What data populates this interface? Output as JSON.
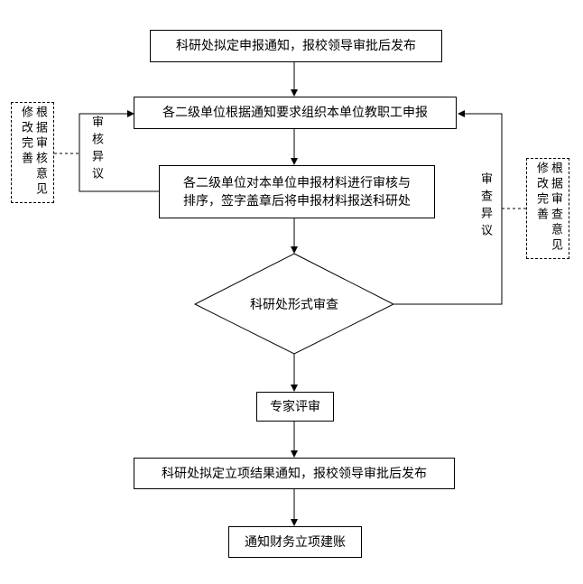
{
  "nodes": {
    "step1": "科研处拟定申报通知，报校领导审批后发布",
    "step2": "各二级单位根据通知要求组织本单位教职工申报",
    "step3_line1": "各二级单位对本单位申报材料进行审核与",
    "step3_line2": "排序，签字盖章后将申报材料报送科研处",
    "decision": "科研处形式审查",
    "step4": "专家评审",
    "step5": "科研处拟定立项结果通知，报校领导审批后发布",
    "step6": "通知财务立项建账"
  },
  "notes": {
    "left": "根据审核意见修改完善",
    "right": "根据审查意见修改完善"
  },
  "edge_labels": {
    "left_loop": "审核异议",
    "right_loop": "审查异议"
  }
}
